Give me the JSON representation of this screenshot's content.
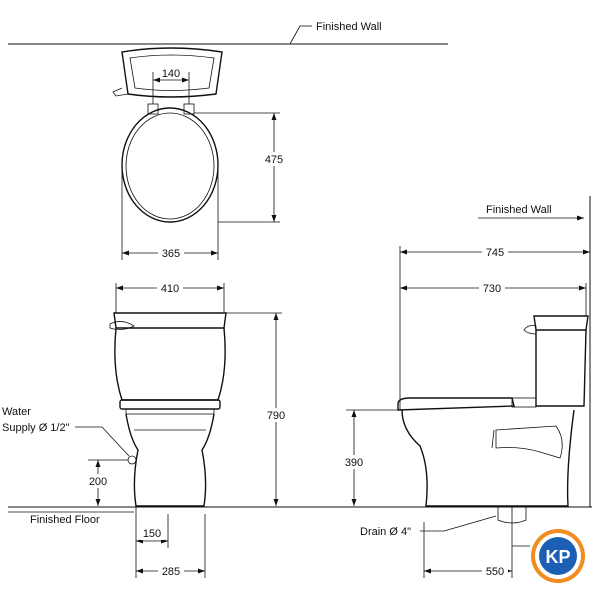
{
  "labels": {
    "finished_wall_top": "Finished Wall",
    "finished_wall_right": "Finished Wall",
    "water_supply_line1": "Water",
    "water_supply_line2": "Supply Ø 1/2\"",
    "finished_floor": "Finished Floor",
    "drain": "Drain Ø 4\""
  },
  "dimensions": {
    "bolt_spacing": "140",
    "seat_depth": "475",
    "seat_width": "365",
    "tank_width": "410",
    "total_height": "790",
    "supply_height": "200",
    "base_width": "150",
    "foot_width": "285",
    "overall_depth": "745",
    "bowl_depth": "730",
    "seat_height": "390",
    "drain_distance": "550"
  },
  "badge": {
    "text": "KP",
    "colors": {
      "ring": "#f28c1e",
      "inner": "#1d5fb4",
      "letters": "#ffffff"
    }
  }
}
